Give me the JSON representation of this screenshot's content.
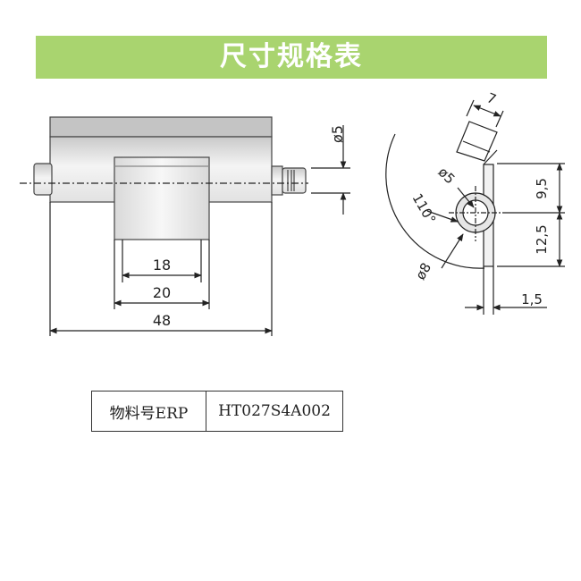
{
  "title": "尺寸规格表",
  "front_view": {
    "dim_diameter": "ø5",
    "dim_leaf_inner": "18",
    "dim_leaf_outer": "20",
    "dim_total": "48"
  },
  "side_view": {
    "dim_thickness_top": "7",
    "dim_pin_diameter": "ø5",
    "dim_angle": "110°",
    "dim_barrel_diameter": "ø8",
    "dim_upper": "9,5",
    "dim_lower": "12,5",
    "dim_plate": "1,5"
  },
  "erp": {
    "label": "物料号ERP",
    "value": "HT027S4A002"
  },
  "colors": {
    "banner": "#a9d46f",
    "banner_text": "#ffffff",
    "line": "#222222"
  }
}
